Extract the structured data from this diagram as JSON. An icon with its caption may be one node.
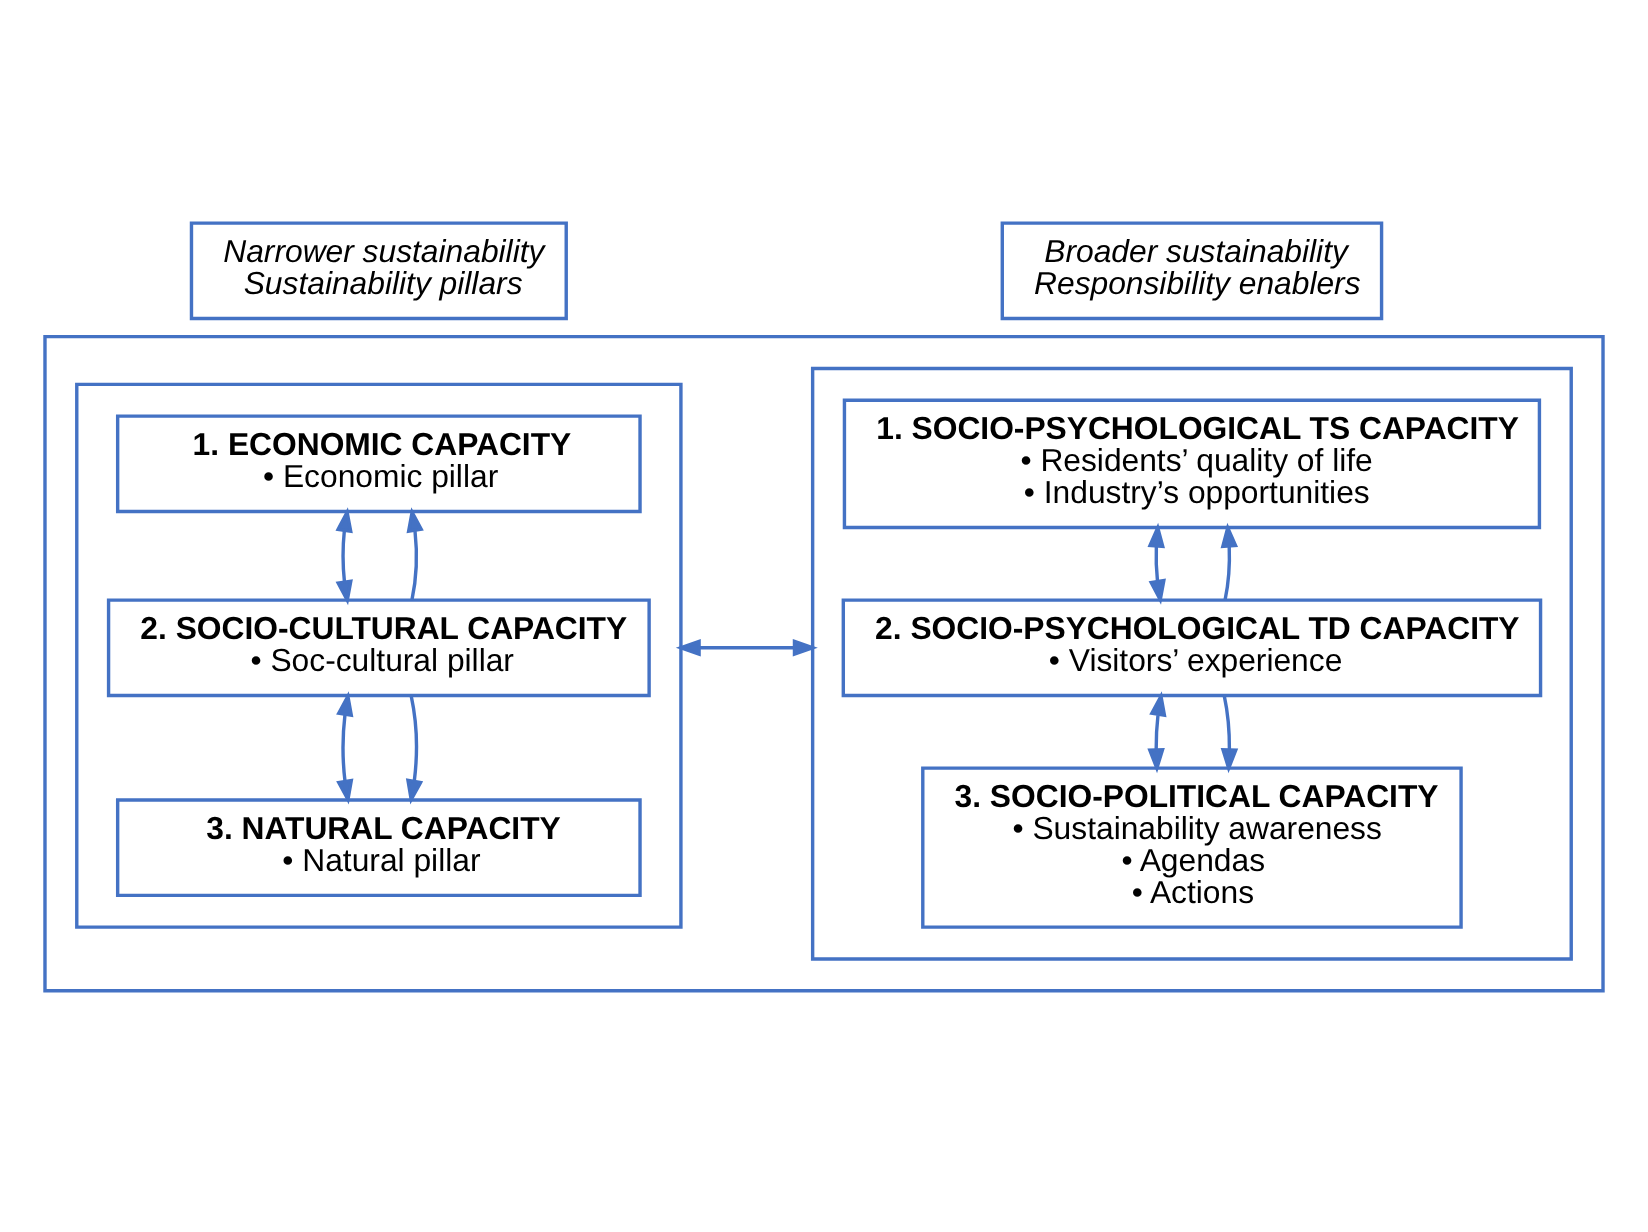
{
  "diagram": {
    "nodes": [
      {
        "text": [
          "Narrower sustainability",
          "Sustainability pillars"
        ]
      },
      {
        "text": [
          "Broader sustainability",
          "Responsibility enablers"
        ]
      },
      {
        "text": [],
        "shape": "box"
      },
      {
        "text": [],
        "shape": "box",
        "in": 2
      },
      {
        "text": [
          "1. ECONOMIC CAPACITY",
          "• Economic pillar"
        ],
        "in": 3
      },
      {
        "text": [
          "2. SOCIO-CULTURAL CAPACITY",
          "• Soc-cultural pillar"
        ],
        "in": 3
      },
      {
        "text": [
          "3. NATURAL CAPACITY",
          "• Natural pillar"
        ],
        "in": 3
      },
      {
        "text": [],
        "shape": "box",
        "in": 2
      },
      {
        "text": [
          "1. SOCIO-PSYCHOLOGICAL TS CAPACITY",
          "• Residents’ quality of life",
          "• Industry’s opportunities"
        ],
        "in": 7
      },
      {
        "text": [
          "2. SOCIO-PSYCHOLOGICAL TD CAPACITY",
          "• Visitors’ experience"
        ],
        "in": 7
      },
      {
        "text": [
          "3. SOCIO-POLITICAL CAPACITY",
          "• Sustainability awareness",
          "• Agendas",
          "• Actions"
        ],
        "in": 7
      }
    ],
    "edges": [
      {
        "from": 4,
        "to": 5,
        "arrow": "both"
      },
      {
        "from": 5,
        "to": 4,
        "arrow": "to"
      },
      {
        "from": 5,
        "to": 6,
        "arrow": "both"
      },
      {
        "from": 5,
        "to": 6,
        "arrow": "to"
      },
      {
        "from": 3,
        "to": 7,
        "arrow": "both"
      },
      {
        "from": 8,
        "to": 9,
        "arrow": "both"
      },
      {
        "from": 9,
        "to": 8,
        "arrow": "to"
      },
      {
        "from": 9,
        "to": 10,
        "arrow": "both"
      },
      {
        "from": 9,
        "to": 10,
        "arrow": "to"
      }
    ]
  }
}
